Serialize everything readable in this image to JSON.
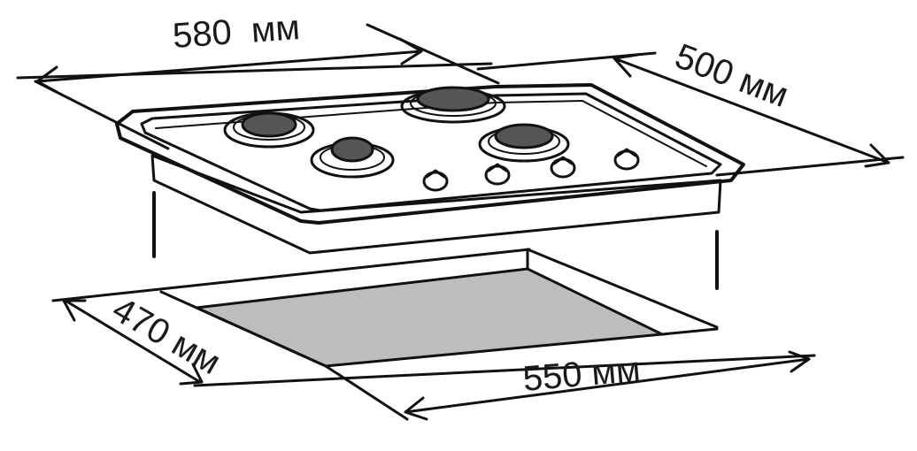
{
  "diagram": {
    "dimensions": {
      "hob_width": "580  мм",
      "hob_depth": "500 мм",
      "cutout_depth": "470 мм",
      "cutout_width": "550 мм"
    },
    "colors": {
      "line": "#111111",
      "burner": "#555555",
      "cutout_fill": "#bdbdbd",
      "background": "#ffffff"
    }
  }
}
